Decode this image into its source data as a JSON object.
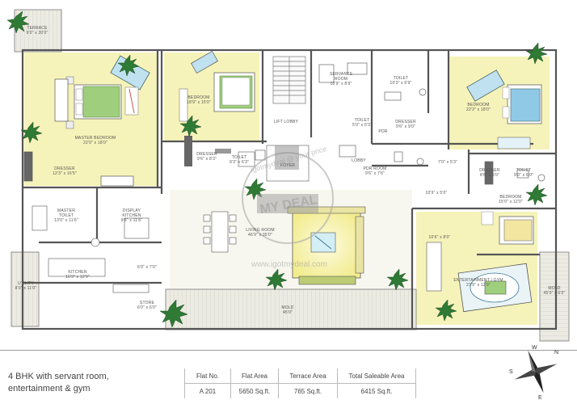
{
  "rooms": {
    "terrace": "TERRACE\n9'0\" x 20'0\"",
    "master_bedroom": "MASTER BEDROOM\n22'0\" x 18'0\"",
    "dresser_left": "DRESSER\n12'3\" x 16'5\"",
    "master_toilet": "MASTER\nTOILET\n13'0\" x 11'6\"",
    "display_kitchen": "DISPLAY\nKITCHEN\n9'8\" x 11'6\"",
    "kitchen": "KITCHEN\n16'9\" x 12'9\"",
    "utility": "UTILITY\n8'0\" x 11'0\"",
    "bedroom_mid": "BEDROOM\n18'9\" x 15'0\"",
    "dresser_mid": "DRESSER\n9'6\" x 8'3\"",
    "toilet_mid": "TOILET\n9'3\" x 6'3\"",
    "lift_lobby": "LIFT LOBBY",
    "foyer": "FOYER",
    "servants_room": "SERVANTS\nROOM\n10'9\" x 8'9\"",
    "toilet_top": "TOILET\n10'3\" x 6'9\"",
    "dresser_right_mid": "DRESSER\n9'6\" x 9'0\"",
    "pdr": "PDR",
    "toilet_servant": "TOILET\n5'0\" x 6'3\"",
    "lobby": "LOBBY",
    "pdr_room": "PDR ROOM\n9'6\" x 7'6\"",
    "bedroom_right": "BEDROOM\n22'3\" x 18'0\"",
    "dresser_right": "DRESSER\n8'6\" x 6'0\"",
    "toilet_right": "TOILET\n9'0\" x 6'0\"",
    "bedroom_lower_right": "BEDROOM\n15'0\" x 12'0\"",
    "living_room": "LIVING ROOM\n46'9\" x 35'0\"",
    "dining": "6'0\" x 7'0\"",
    "store": "STORE\n6'0\" x 6'0\"",
    "mold_bottom": "MOLD\n45'0\"",
    "entertainment_gym": "ENTERTAINMENT / GYM\n23'9\" x 12'9\"",
    "mold_right": "MOLD\n45'0\" x 6'0\"",
    "corridor_dim": "10'9\" x 5'0\"",
    "right_dim_1": "7'0\" x 5'3\"",
    "right_dim_2": "10'6\" x 8'0\""
  },
  "watermark": {
    "line1": "igotmydeal @ your price",
    "logo": "MY DEAL",
    "url": "www.igotmydeal.com"
  },
  "caption": {
    "line1": "4 BHK with servant room,",
    "line2": "entertainment & gym"
  },
  "table": {
    "headers": [
      "Flat No.",
      "Flat Area",
      "Terrace Area",
      "Total Saleable Area"
    ],
    "row": [
      "A 201",
      "5650 Sq.ft.",
      "765 Sq.ft.",
      "6415 Sq.ft."
    ]
  },
  "compass": {
    "n": "N",
    "s": "S",
    "e": "E",
    "w": "W"
  },
  "colors": {
    "floor_yellow": "#f4f1a6",
    "wall": "#555555",
    "floor_wood": "#e6e2d4",
    "plant_green": "#2f7a35",
    "bed_green": "#9fcf7c",
    "bed_blue": "#8fc9e6"
  }
}
